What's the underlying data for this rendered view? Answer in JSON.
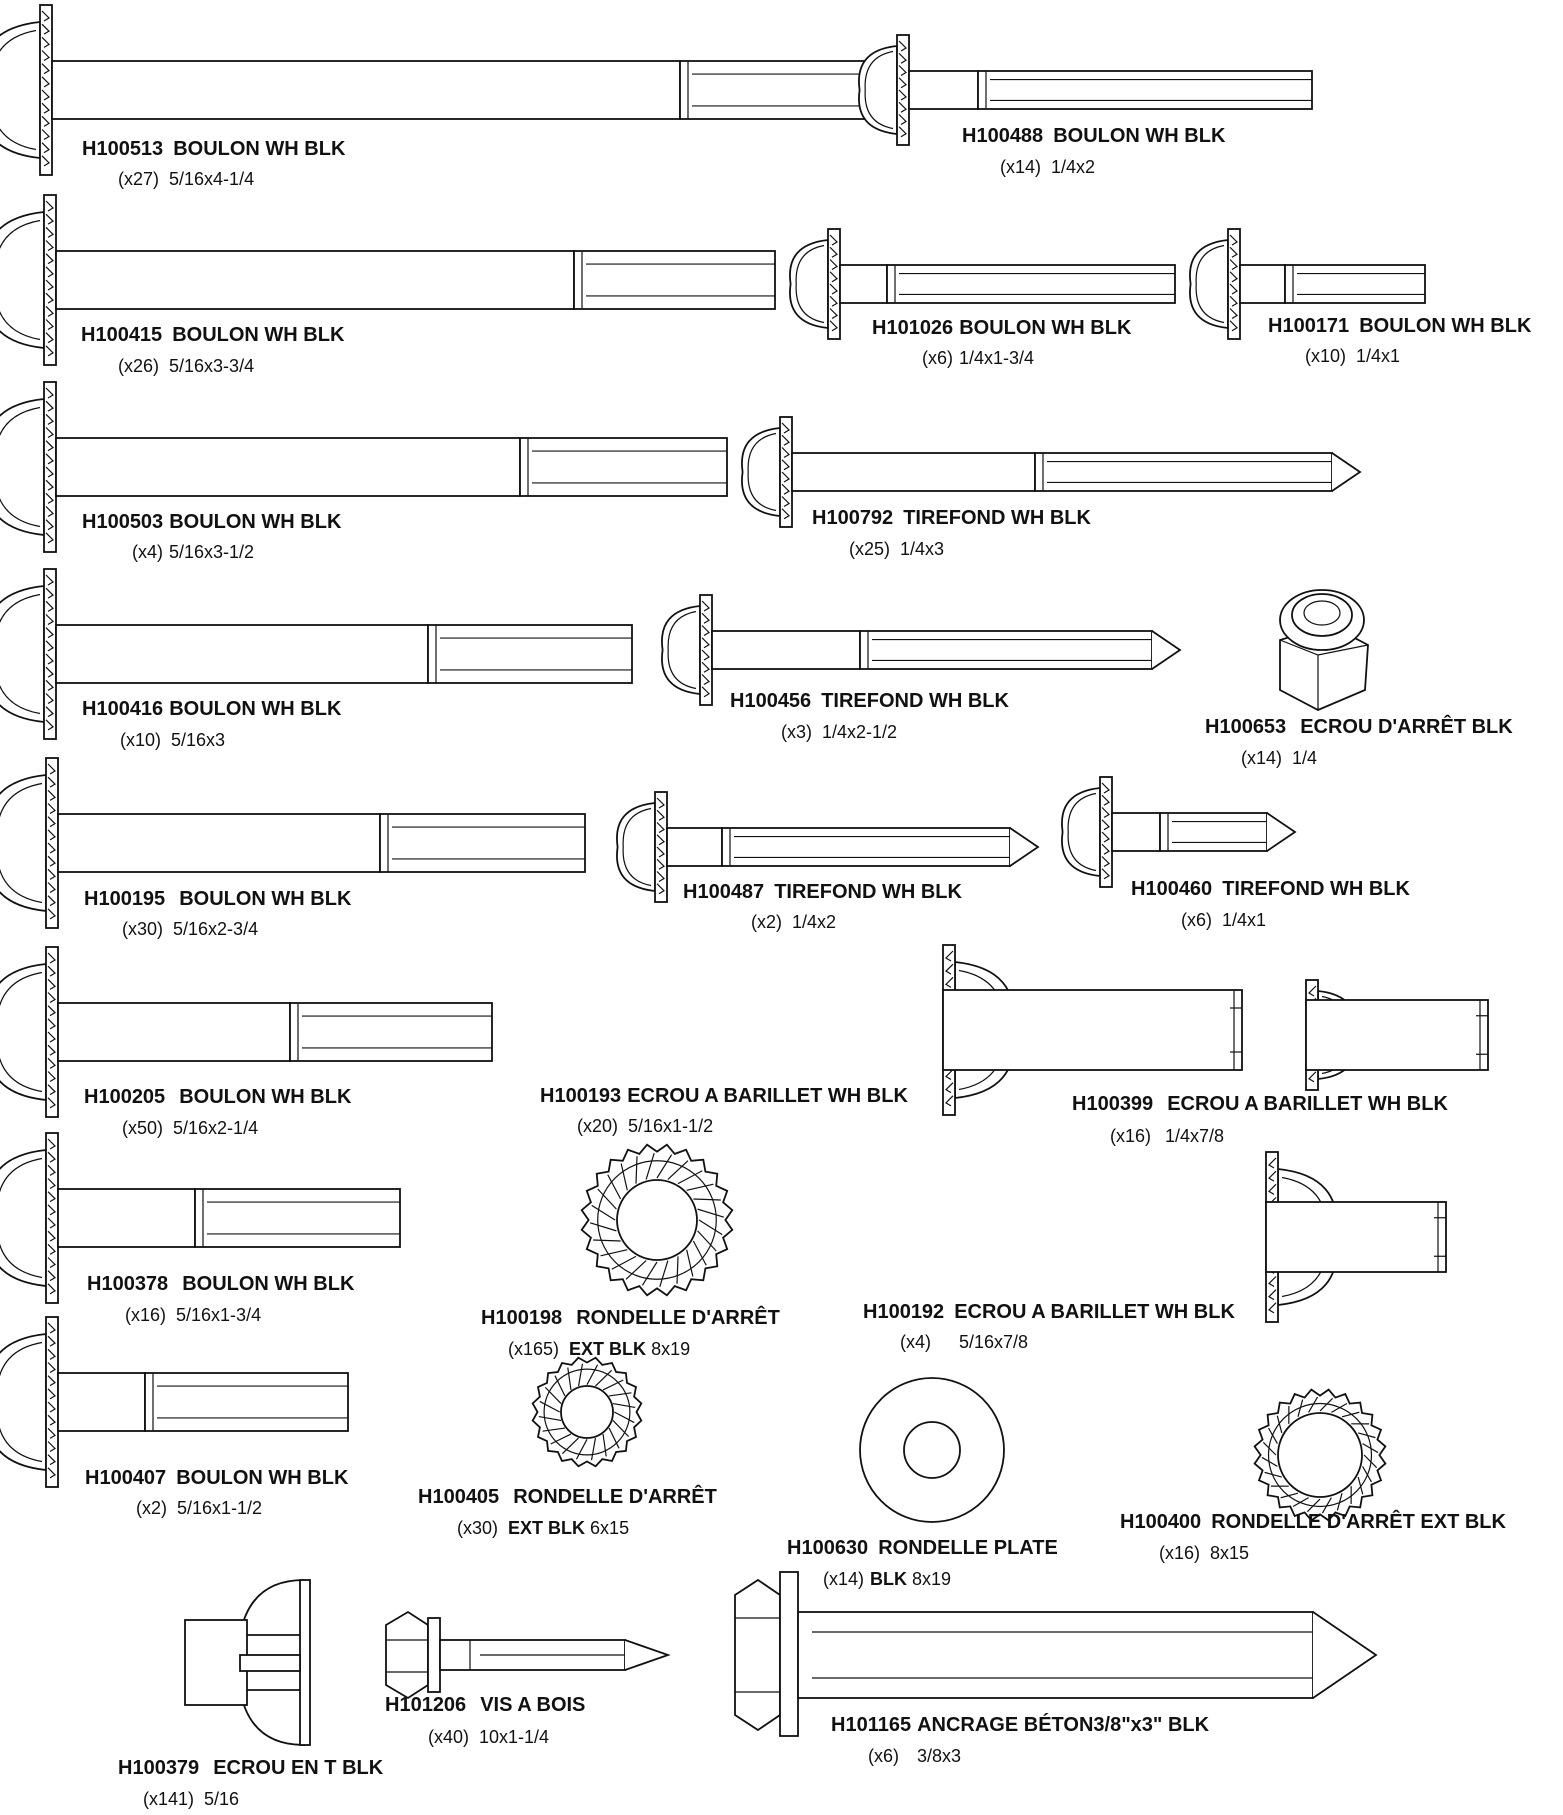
{
  "parts": [
    {
      "code": "H100513",
      "name": "BOULON WH BLK",
      "qty": "(x27)",
      "size": "5/16x4-1/4",
      "size_bold": ""
    },
    {
      "code": "H100488",
      "name": "BOULON WH BLK",
      "qty": "(x14)",
      "size": "1/4x2",
      "size_bold": ""
    },
    {
      "code": "H100415",
      "name": "BOULON WH BLK",
      "qty": "(x26)",
      "size": "5/16x3-3/4",
      "size_bold": ""
    },
    {
      "code": "H101026",
      "name": "BOULON WH BLK",
      "qty": "(x6)",
      "size": "1/4x1-3/4",
      "size_bold": ""
    },
    {
      "code": "H100171",
      "name": "BOULON WH BLK",
      "qty": "(x10)",
      "size": "1/4x1",
      "size_bold": ""
    },
    {
      "code": "H100503",
      "name": "BOULON WH BLK",
      "qty": "(x4)",
      "size": "5/16x3-1/2",
      "size_bold": ""
    },
    {
      "code": "H100792",
      "name": "TIREFOND WH BLK",
      "qty": "(x25)",
      "size": "1/4x3",
      "size_bold": ""
    },
    {
      "code": "H100416",
      "name": "BOULON WH BLK",
      "qty": "(x10)",
      "size": "5/16x3",
      "size_bold": ""
    },
    {
      "code": "H100456",
      "name": "TIREFOND WH BLK",
      "qty": "(x3)",
      "size": "1/4x2-1/2",
      "size_bold": ""
    },
    {
      "code": "H100653",
      "name": "ECROU D'ARRÊT BLK",
      "qty": "(x14)",
      "size": "1/4",
      "size_bold": ""
    },
    {
      "code": "H100195",
      "name": "BOULON WH BLK",
      "qty": "(x30)",
      "size": "5/16x2-3/4",
      "size_bold": ""
    },
    {
      "code": "H100487",
      "name": "TIREFOND WH BLK",
      "qty": "(x2)",
      "size": "1/4x2",
      "size_bold": ""
    },
    {
      "code": "H100460",
      "name": "TIREFOND WH BLK",
      "qty": "(x6)",
      "size": "1/4x1",
      "size_bold": ""
    },
    {
      "code": "H100205",
      "name": "BOULON WH BLK",
      "qty": "(x50)",
      "size": "5/16x2-1/4",
      "size_bold": ""
    },
    {
      "code": "H100193",
      "name": "ECROU A BARILLET WH BLK",
      "qty": "(x20)",
      "size": "5/16x1-1/2",
      "size_bold": ""
    },
    {
      "code": "H100399",
      "name": "ECROU A BARILLET WH BLK",
      "qty": "(x16)",
      "size": "1/4x7/8",
      "size_bold": ""
    },
    {
      "code": "H100378",
      "name": "BOULON WH BLK",
      "qty": "(x16)",
      "size": "5/16x1-3/4",
      "size_bold": ""
    },
    {
      "code": "H100198",
      "name": "RONDELLE D'ARRÊT",
      "qty": "(x165)",
      "size": "8x19",
      "size_bold": "EXT BLK"
    },
    {
      "code": "H100192",
      "name": "ECROU A BARILLET WH BLK",
      "qty": "(x4)",
      "size": "5/16x7/8",
      "size_bold": ""
    },
    {
      "code": "H100407",
      "name": "BOULON WH BLK",
      "qty": "(x2)",
      "size": "5/16x1-1/2",
      "size_bold": ""
    },
    {
      "code": "H100405",
      "name": "RONDELLE D'ARRÊT",
      "qty": "(x30)",
      "size": "6x15",
      "size_bold": "EXT BLK"
    },
    {
      "code": "H100630",
      "name": "RONDELLE PLATE",
      "qty": "(x14)",
      "size": "8x19",
      "size_bold": "BLK"
    },
    {
      "code": "H100400",
      "name": "RONDELLE D'ARRÊT EXT BLK",
      "qty": "(x16)",
      "size": "8x15",
      "size_bold": ""
    },
    {
      "code": "H101206",
      "name": "VIS A BOIS",
      "qty": "(x40)",
      "size": "10x1-1/4",
      "size_bold": ""
    },
    {
      "code": "H101165",
      "name": "ANCRAGE BÉTON3/8\"x3\" BLK",
      "qty": "(x6)",
      "size": "3/8x3",
      "size_bold": ""
    },
    {
      "code": "H100379",
      "name": "ECROU EN T BLK",
      "qty": "(x141)",
      "size": "5/16",
      "size_bold": ""
    }
  ]
}
